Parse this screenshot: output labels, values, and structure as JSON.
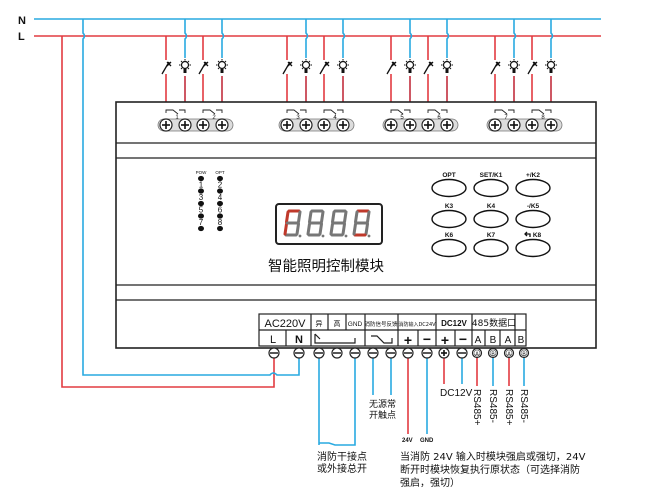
{
  "bus": {
    "neutral_label": "N",
    "live_label": "L",
    "neutral_color": "#29aae1",
    "live_color": "#e23b41"
  },
  "channels": [
    "1",
    "2",
    "3",
    "4",
    "5",
    "6",
    "7",
    "8"
  ],
  "indicators": {
    "left_column": [
      "POW",
      "1",
      "3",
      "5",
      "7"
    ],
    "right_column": [
      "OPT",
      "2",
      "4",
      "6",
      "8"
    ]
  },
  "display": {
    "digits": 4,
    "module_title": "智能照明控制模块"
  },
  "keys": [
    {
      "label": "OPT"
    },
    {
      "label": "SET/K1"
    },
    {
      "label": "+/K2"
    },
    {
      "label": "K3"
    },
    {
      "label": "K4"
    },
    {
      "label": "-/K5"
    },
    {
      "label": "K6"
    },
    {
      "label": "K7"
    },
    {
      "label": "K8",
      "icon": "return-arrow-icon"
    }
  ],
  "terminal_block": {
    "ac_header": "AC220V",
    "ac_l": "L",
    "ac_n": "N",
    "col_open": "异",
    "col_close": "高",
    "col_gnd": "GND",
    "col_fire_feedback": "消防信号反馈",
    "col_fire_input": "消防输入DC24V",
    "dc_header": "DC12V",
    "dc_plus": "+",
    "dc_minus": "−",
    "fire_plus": "+",
    "fire_minus": "−",
    "rs485_header": "485数据口",
    "rs485_pins": [
      "A",
      "B",
      "A",
      "B"
    ]
  },
  "annotations": {
    "dry_contact": "无源常\n开触点",
    "fire_dry_contact": "消防干接点\n或外接总开",
    "v24": "24V",
    "gnd": "GND",
    "dc12v": "DC12V",
    "rs485": [
      "RS485+",
      "RS485-",
      "RS485+",
      "RS485-"
    ],
    "fire_note_line1": "当消防 24V 输入时模块强启或强切，24V",
    "fire_note_line2": "断开时模块恢复执行原状态（可选择消防",
    "fire_note_line3": "强启，强切）"
  }
}
